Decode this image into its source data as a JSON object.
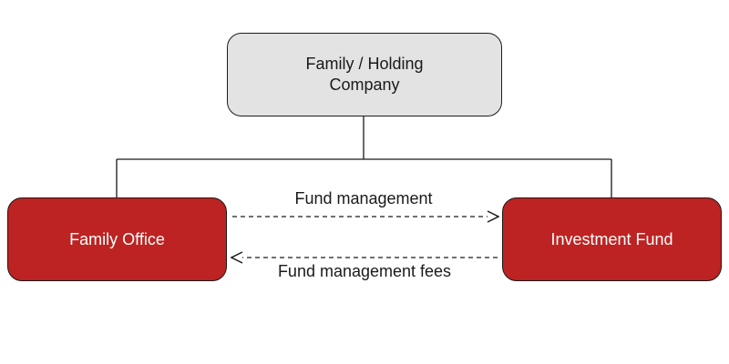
{
  "nodes": {
    "holding": {
      "label": "Family / Holding Company",
      "fill": "#e3e3e3"
    },
    "family_office": {
      "label": "Family Office",
      "fill": "#bc2322"
    },
    "investment_fund": {
      "label": "Investment Fund",
      "fill": "#bc2322"
    }
  },
  "flows": {
    "to_fund": {
      "label": "Fund management",
      "from": "Family Office",
      "to": "Investment Fund"
    },
    "to_office": {
      "label": "Fund management fees",
      "from": "Investment Fund",
      "to": "Family Office"
    }
  },
  "colors": {
    "line": "#1a1a1a",
    "accent": "#bc2322"
  }
}
